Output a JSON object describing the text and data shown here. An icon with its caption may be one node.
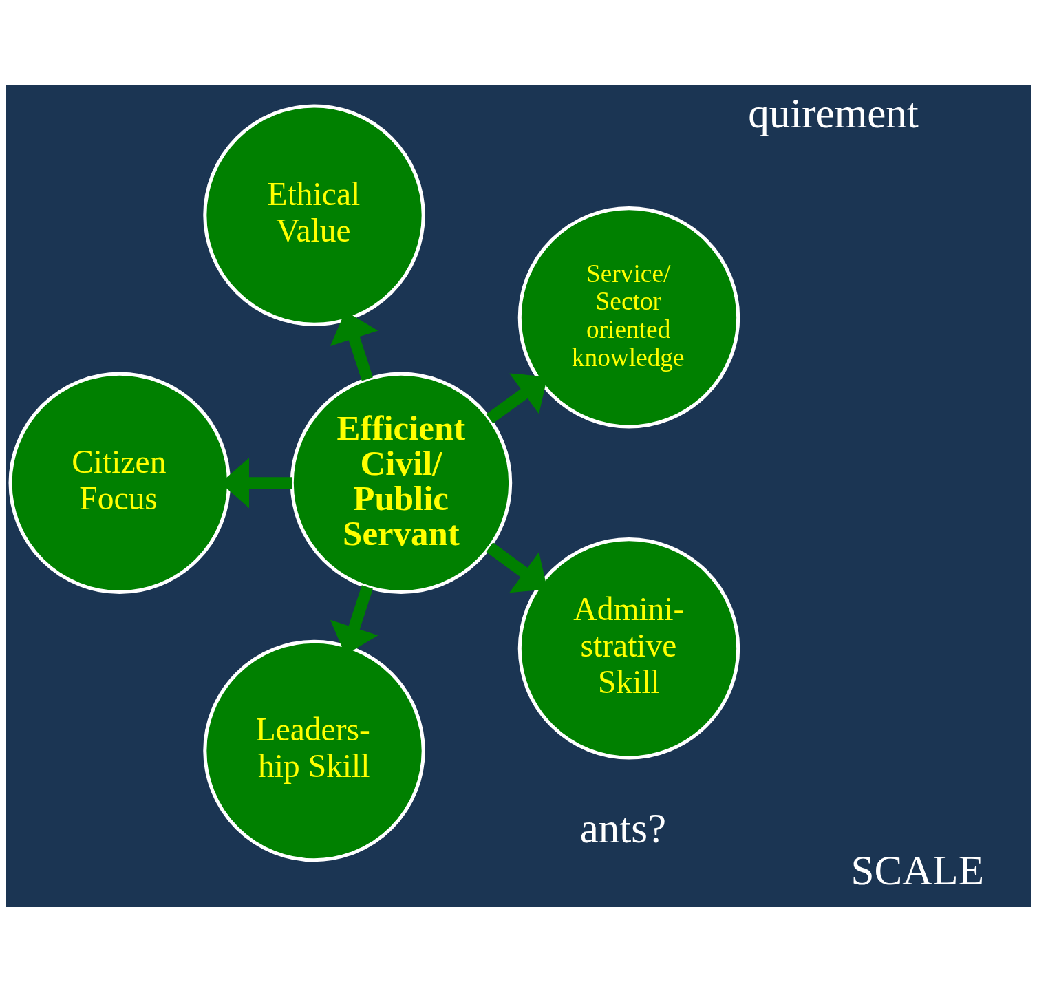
{
  "diagram": {
    "nodes": [
      {
        "text": [
          "Service/ Sector oriented knowledge"
        ]
      },
      {
        "text": [
          "Ethical Value"
        ]
      },
      {
        "text": [
          "Citizen Focus"
        ]
      },
      {
        "text": [
          "Efficient Civil/ Public Servant"
        ]
      },
      {
        "text": [
          "Leaders- hip Skill"
        ]
      },
      {
        "text": [
          "Admini- strative Skill"
        ]
      }
    ],
    "edges": [
      {
        "from": 3,
        "to": 0,
        "arrow": "to"
      },
      {
        "from": 3,
        "to": 1,
        "arrow": "to"
      },
      {
        "from": 3,
        "to": 2,
        "arrow": "to"
      },
      {
        "from": 3,
        "to": 4,
        "arrow": "to"
      },
      {
        "from": 3,
        "to": 5,
        "arrow": "to"
      }
    ],
    "labels": [
      "quirement",
      "ants?",
      "SCALE"
    ]
  }
}
